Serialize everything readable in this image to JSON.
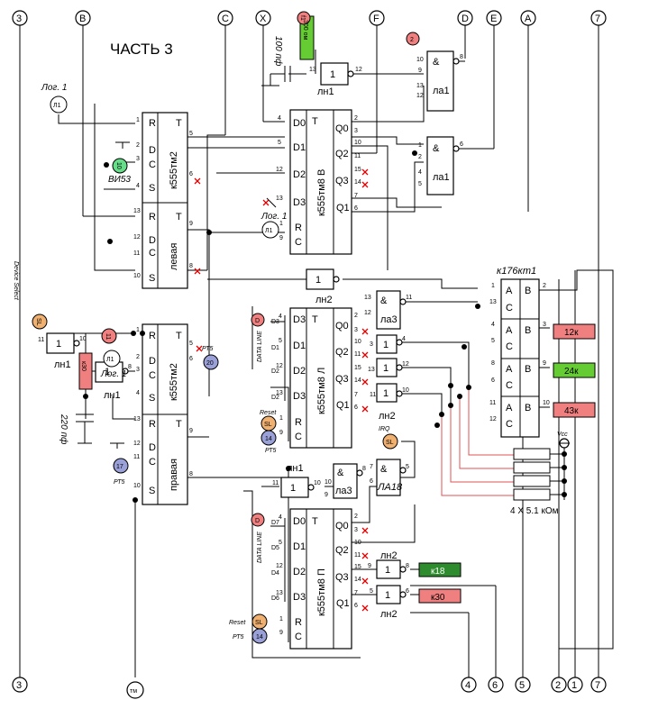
{
  "title": "ЧАСТЬ 3",
  "colors": {
    "wire": "#000000",
    "pullup_wire": "#e05050",
    "red_label": "#f08080",
    "green_label": "#66cc33",
    "dark_green": "#2e8b2e",
    "orange_label": "#f0b070",
    "blue_label": "#9aa0d8",
    "mint_label": "#66dd88",
    "nc_mark": "#e00000"
  },
  "connectors": {
    "top": [
      "3",
      "B",
      "C",
      "X",
      "F",
      "D",
      "E",
      "A",
      "7"
    ],
    "bottom": [
      "3",
      "тм",
      "4",
      "6",
      "5",
      "2",
      "1",
      "7"
    ]
  },
  "labels": {
    "log1_a": "Лог. 1",
    "l1": "Л1",
    "vi53": "ВИ53",
    "ten": "10",
    "log1_b": "Лог. 1",
    "l1_b": "Л1",
    "log1_c": "Лог. 1",
    "l1_c": "Л1",
    "rt5_a": "РТ5",
    "n20": "20",
    "rt5_b": "РТ5",
    "n17": "17",
    "rt5_c": "РТ5",
    "n14_a": "14",
    "rt5_d": "РТ5",
    "n14_b": "14",
    "sl": "SL",
    "reset": "Reset",
    "irq": "IRQ",
    "data_line": "DATA LINE",
    "device_select": "Device Select",
    "f1": "f1",
    "n2": "2",
    "n11": "11",
    "D": "D",
    "cap100": "100 пф",
    "cap220": "220 пф",
    "r300": "300 ом",
    "rk30": "к30",
    "r12k": "12к",
    "r24k": "24к",
    "r43k": "43к",
    "rk18": "к18",
    "rk30b": "к30",
    "res_array": "4 X 5.1 кОм",
    "vcc": "Vcc"
  },
  "ics": {
    "tm2_top": "к555тм2",
    "levaya": "левая",
    "tm2_bot": "к555тм2",
    "pravaya": "правая",
    "tm8_v": "к555тм8 В",
    "tm8_l": "к555тм8 Л",
    "tm8_p": "к555тм8 П",
    "kt1": "к176кт1",
    "ln1_a": "лн1",
    "ln1_b": "лн1",
    "ln1_c": "лн1",
    "ln1_d": "лн1",
    "la1_a": "ла1",
    "la1_b": "ла1",
    "ln2_a": "лн2",
    "ln2_b": "лн2",
    "ln2_c": "лн2",
    "ln2_d": "лн2",
    "la3_a": "ла3",
    "la3_b": "ла3",
    "la18": "ЛА18"
  }
}
